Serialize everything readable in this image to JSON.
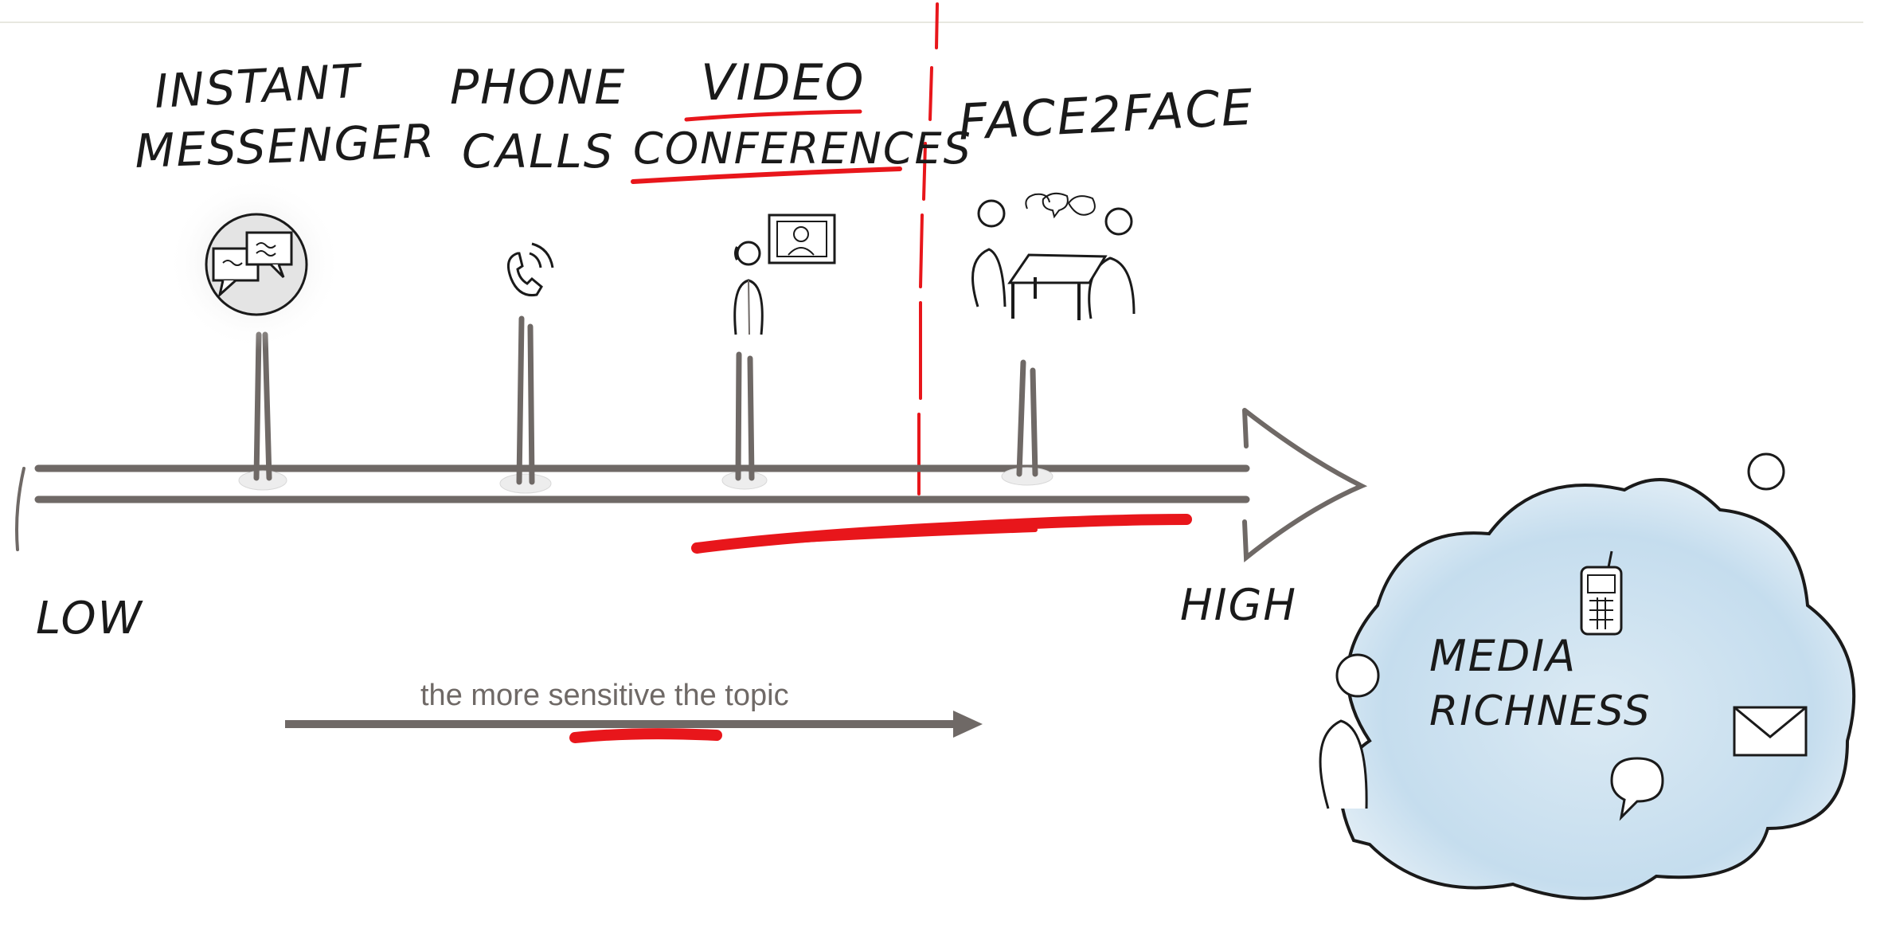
{
  "channels": [
    {
      "id": "instant-messenger",
      "line1": "INSTANT",
      "line2": "MESSENGER",
      "icon": "chat-bubbles-icon"
    },
    {
      "id": "phone-calls",
      "line1": "PHONE",
      "line2": "CALLS",
      "icon": "phone-icon"
    },
    {
      "id": "video-conferences",
      "line1": "VIDEO",
      "line2": "CONFERENCES",
      "icon": "video-conference-icon"
    },
    {
      "id": "face2face",
      "line1": "FACE2FACE",
      "line2": "",
      "icon": "meeting-table-icon"
    }
  ],
  "scale": {
    "low": "LOW",
    "high": "HIGH"
  },
  "sensitivity": {
    "text": "the more sensitive the topic"
  },
  "cloud": {
    "line1": "MEDIA",
    "line2": "RICHNESS",
    "icons": [
      "mobile-phone-icon",
      "envelope-icon",
      "speech-bubble-icon",
      "person-icon"
    ]
  },
  "colors": {
    "accent": "#e8161b",
    "axis": "#6f6966",
    "ink": "#1a1a1a",
    "cloud": "#bcd9ec"
  }
}
